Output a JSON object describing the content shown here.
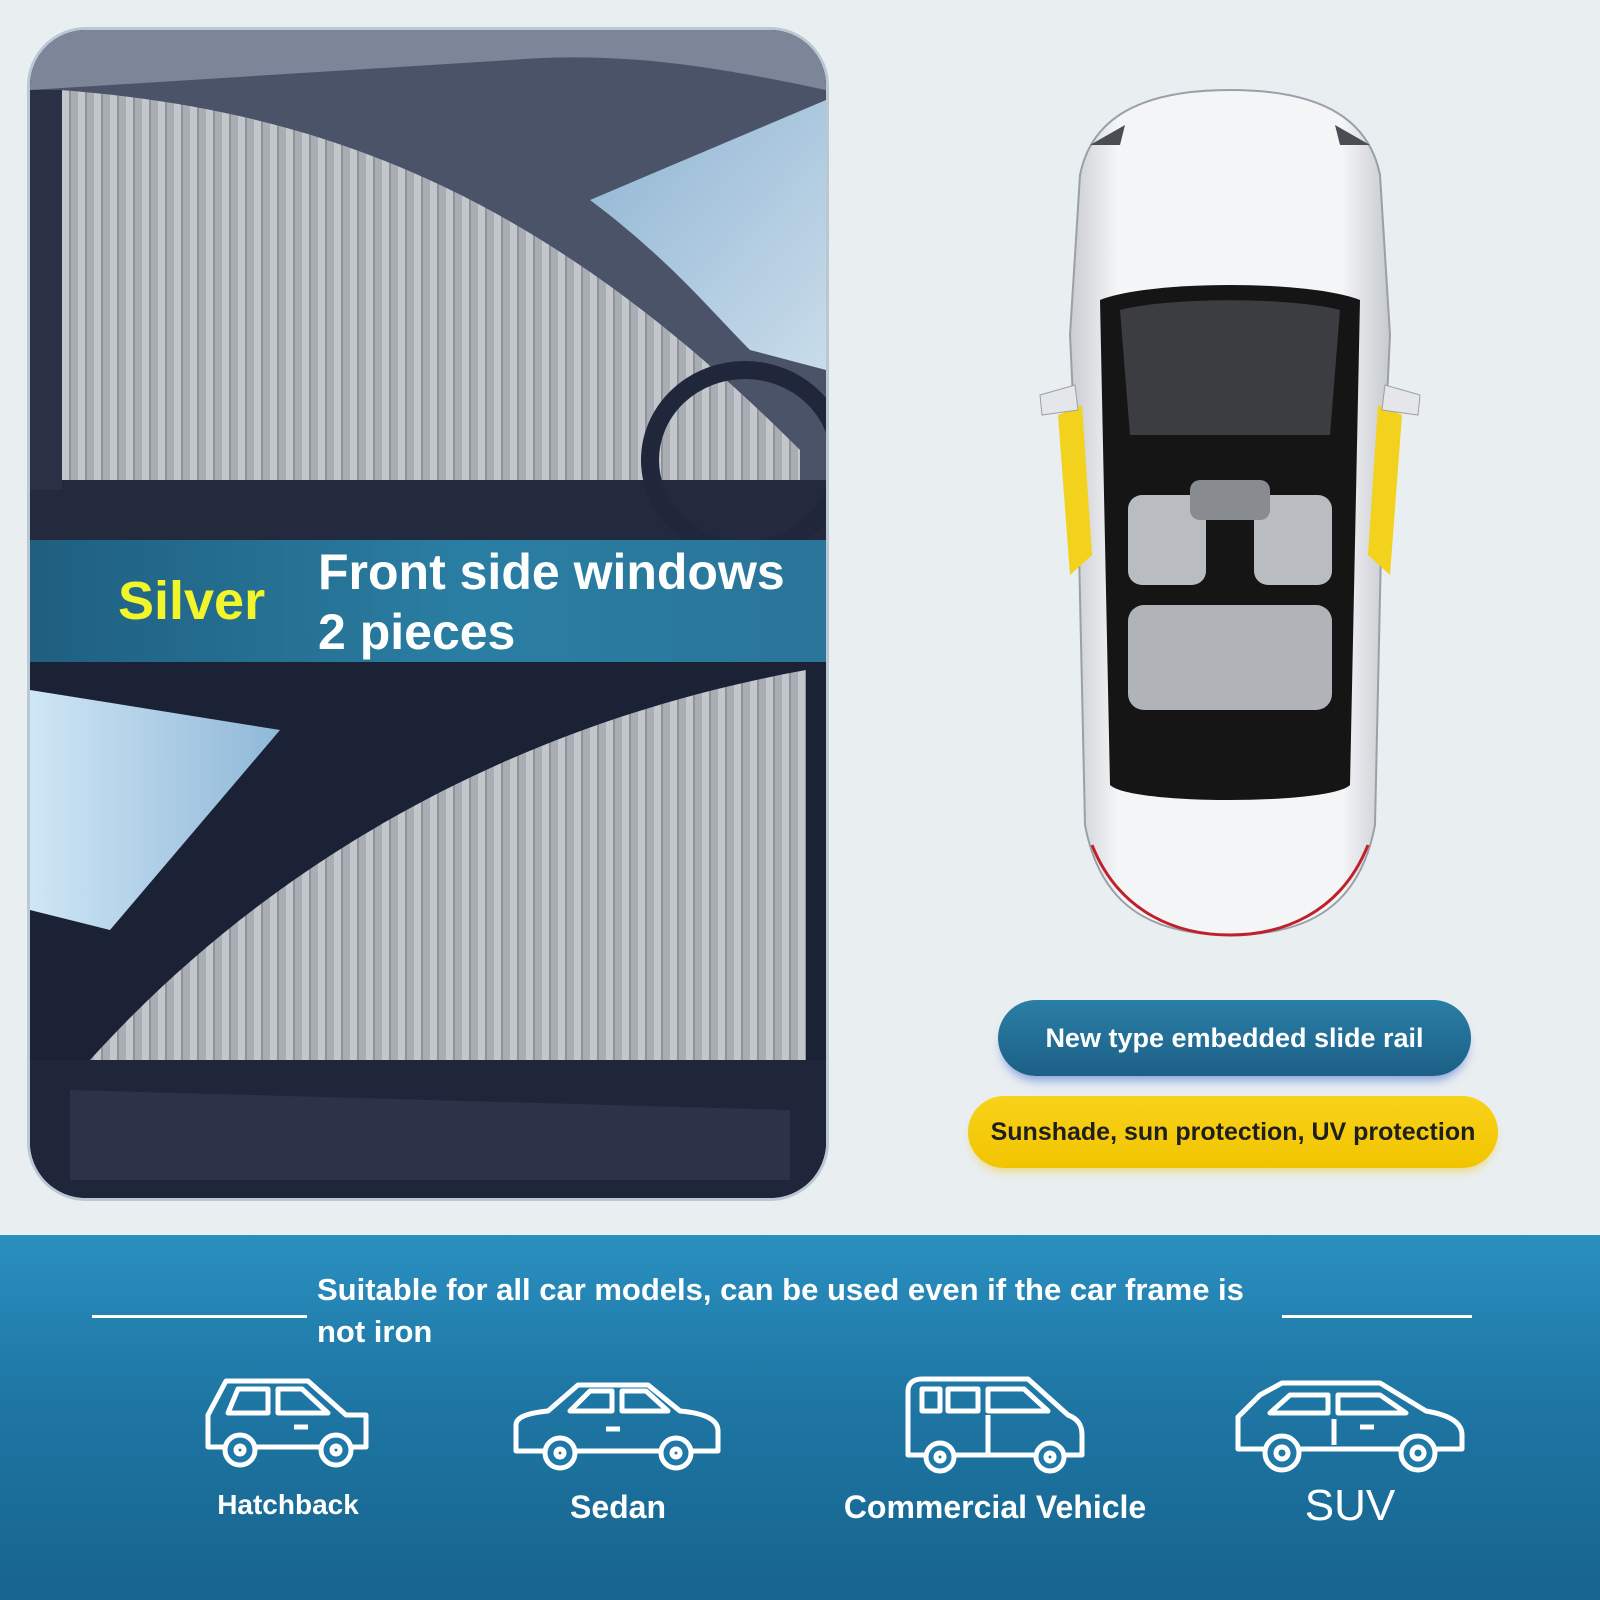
{
  "photo": {
    "color_label": "Silver",
    "title_line1": "Front side windows",
    "title_line2": "2 pieces"
  },
  "features": {
    "rail_label": "New type embedded slide rail",
    "protection_label": "Sunshade, sun protection, UV protection"
  },
  "compat": {
    "headline": "Suitable for all car models, can be used even if the car frame is not iron",
    "vehicles": [
      {
        "label": "Hatchback",
        "icon": "hatchback-icon"
      },
      {
        "label": "Sedan",
        "icon": "sedan-icon"
      },
      {
        "label": "Commercial Vehicle",
        "icon": "van-icon"
      },
      {
        "label": "SUV",
        "icon": "suv-icon"
      }
    ]
  },
  "colors": {
    "band_blue": "#2a7ea3",
    "silver_text": "#f2f52a",
    "pill_yellow": "#f1c400",
    "shade_yellow": "#f2d21c",
    "banner_blue": "#1f78a6"
  }
}
